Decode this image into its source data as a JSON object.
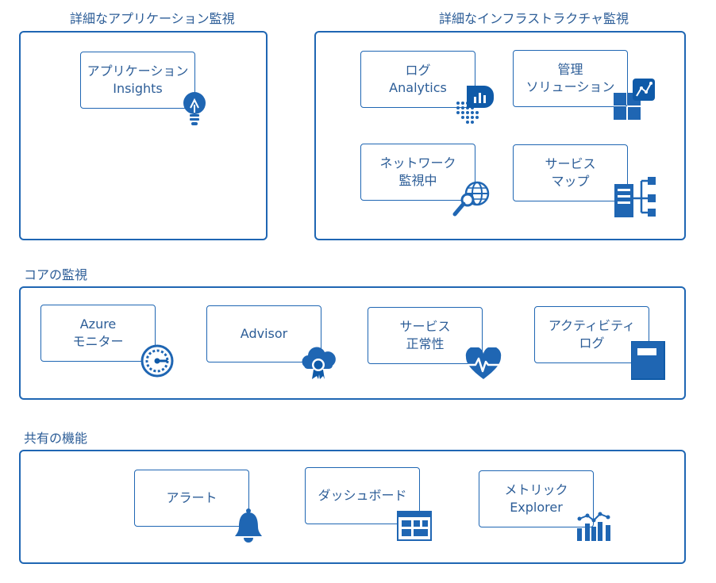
{
  "sections": {
    "app_monitoring": {
      "title": "詳細なアプリケーション監視"
    },
    "infra_monitoring": {
      "title": "詳細なインフラストラクチャ監視"
    },
    "core_monitoring": {
      "title": "コアの監視"
    },
    "shared_capabilities": {
      "title": "共有の機能"
    }
  },
  "cards": {
    "app_insights": {
      "line1": "アプリケーション",
      "line2": "Insights",
      "icon": "lightbulb-icon"
    },
    "log_analytics": {
      "line1": "ログ",
      "line2": "Analytics",
      "icon": "chart-bubble-icon"
    },
    "management_solutions": {
      "line1": "管理",
      "line2": "ソリューション",
      "icon": "tiles-chart-icon"
    },
    "network_monitoring": {
      "line1": "ネットワーク",
      "line2": "監視中",
      "icon": "globe-magnifier-icon"
    },
    "service_map": {
      "line1": "サービス",
      "line2": "マップ",
      "icon": "server-tree-icon"
    },
    "azure_monitor": {
      "line1": "Azure",
      "line2": "モニター",
      "icon": "gauge-icon"
    },
    "advisor": {
      "line1": "Advisor",
      "icon": "cloud-badge-icon"
    },
    "service_health": {
      "line1": "サービス",
      "line2": "正常性",
      "icon": "heart-pulse-icon"
    },
    "activity_log": {
      "line1": "アクティビティ",
      "line2": "ログ",
      "icon": "book-icon"
    },
    "alerts": {
      "line1": "アラート",
      "icon": "bell-icon"
    },
    "dashboards": {
      "line1": "ダッシュボード",
      "icon": "dashboard-icon"
    },
    "metrics_explorer": {
      "line1": "メトリック",
      "line2": "Explorer",
      "icon": "metrics-bars-icon"
    }
  },
  "colors": {
    "accent": "#1f66b3",
    "dark": "#0f5aa8",
    "text": "#2c5d97"
  }
}
